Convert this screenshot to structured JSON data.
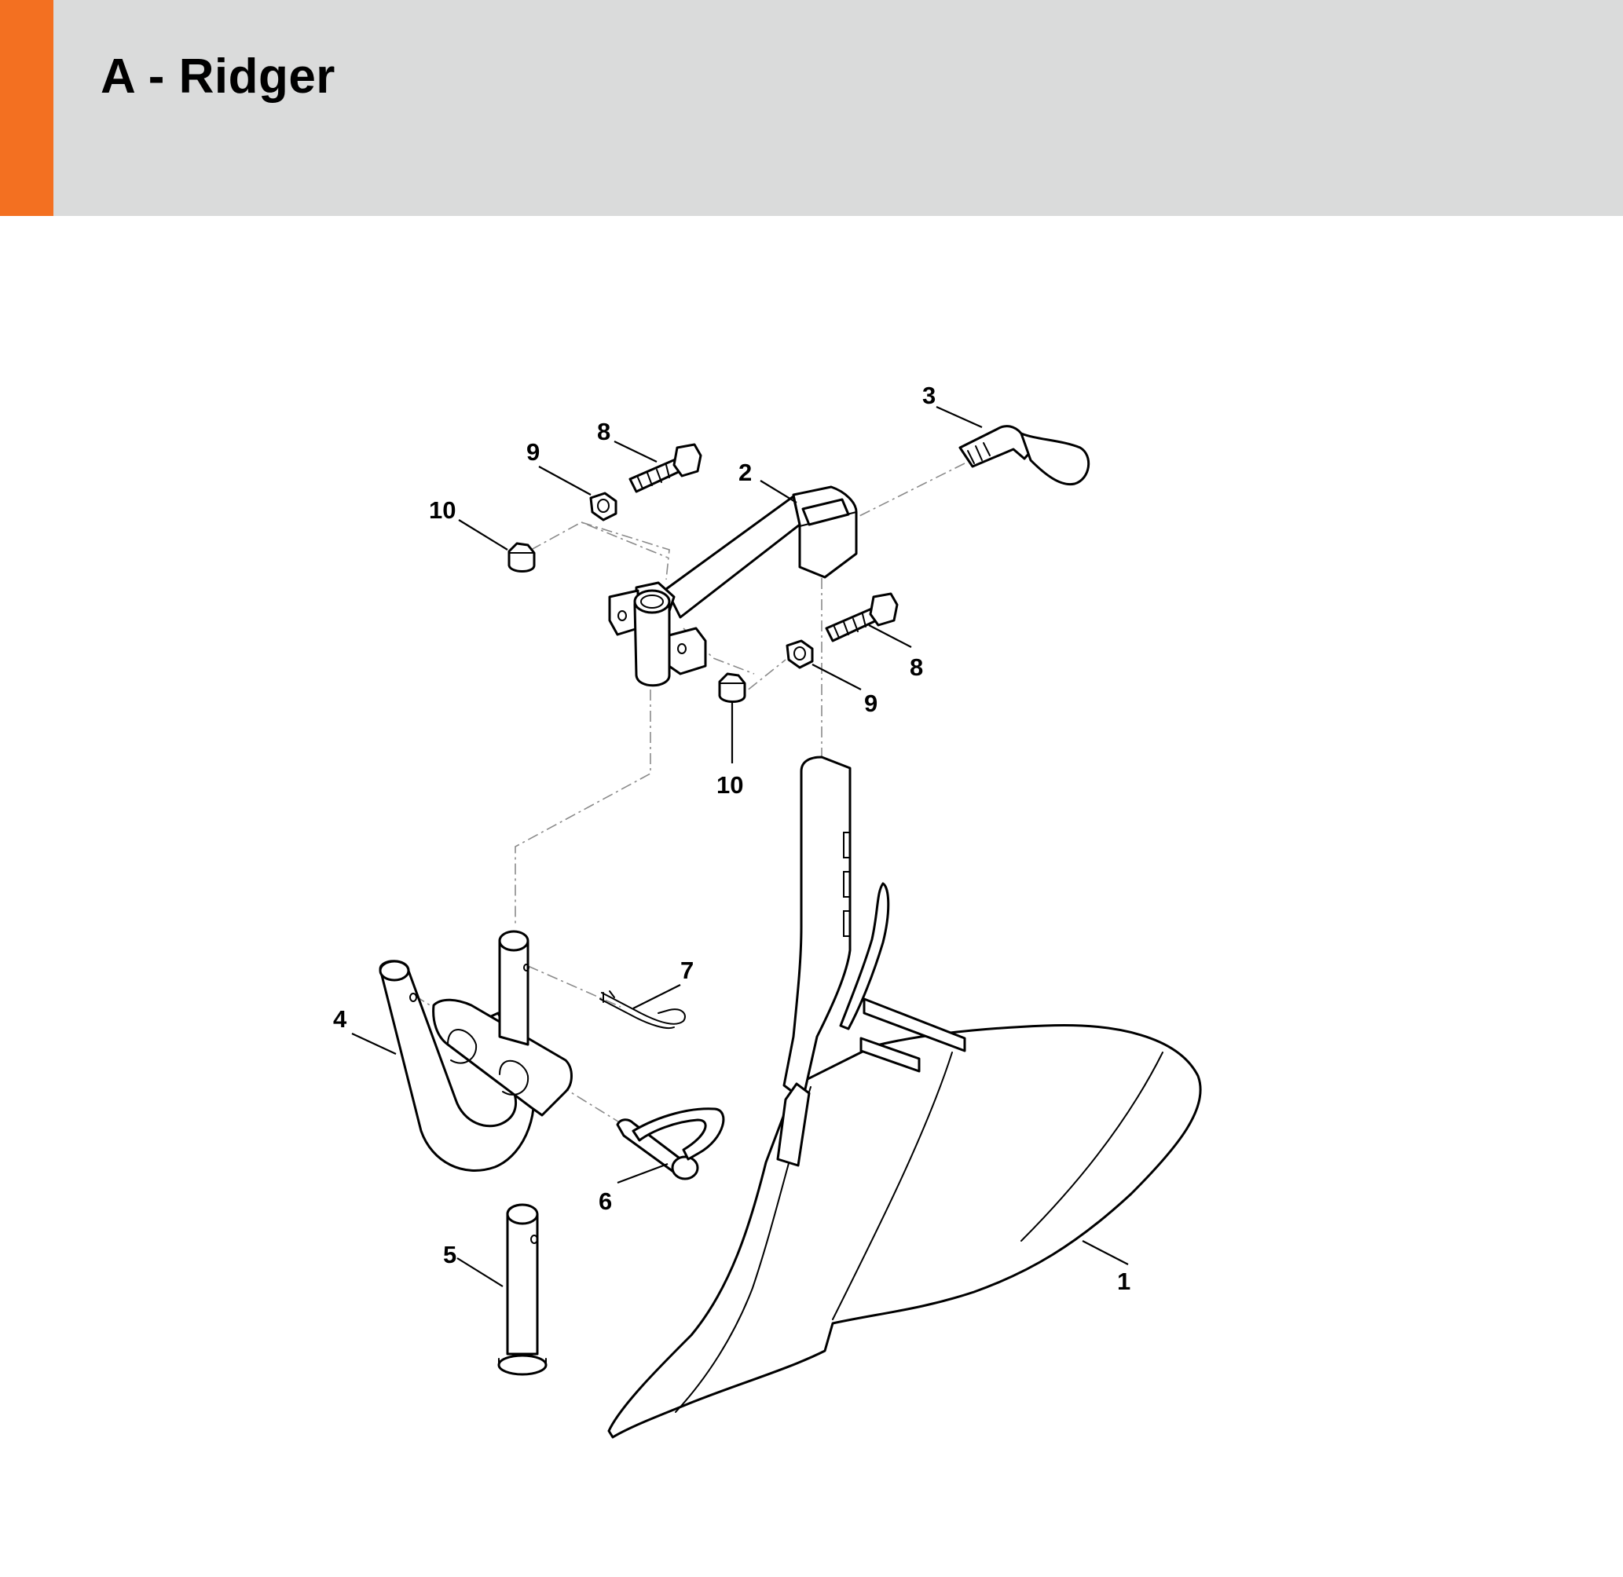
{
  "header": {
    "title": "A - Ridger",
    "accent_color": "#f37021",
    "background_color": "#dadbdb"
  },
  "callouts": {
    "c1": "1",
    "c2": "2",
    "c3": "3",
    "c4": "4",
    "c5": "5",
    "c6": "6",
    "c7": "7",
    "c8a": "8",
    "c8b": "8",
    "c9a": "9",
    "c9b": "9",
    "c10a": "10",
    "c10b": "10"
  }
}
